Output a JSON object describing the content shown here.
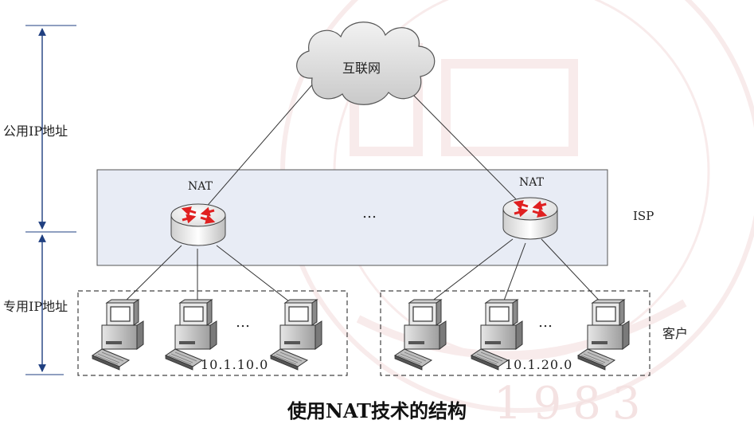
{
  "labels": {
    "public_ip": "公用IP地址",
    "private_ip": "专用IP地址",
    "internet": "互联网",
    "isp": "ISP",
    "clients": "客户",
    "nat_left": "NAT",
    "nat_right": "NAT",
    "ellipsis_routers": "…",
    "ellipsis_hosts_left": "…",
    "ellipsis_hosts_right": "…",
    "network_left": "10.1.10.0",
    "network_right": "10.1.20.0",
    "caption": "使用NAT技术的结构"
  },
  "watermark": {
    "year": "1983"
  },
  "colors": {
    "isp_fill": "#e8ecf5",
    "router_arrow": "#e02020",
    "watermark": "#f6e8e8",
    "axis": "#1f3f80"
  }
}
